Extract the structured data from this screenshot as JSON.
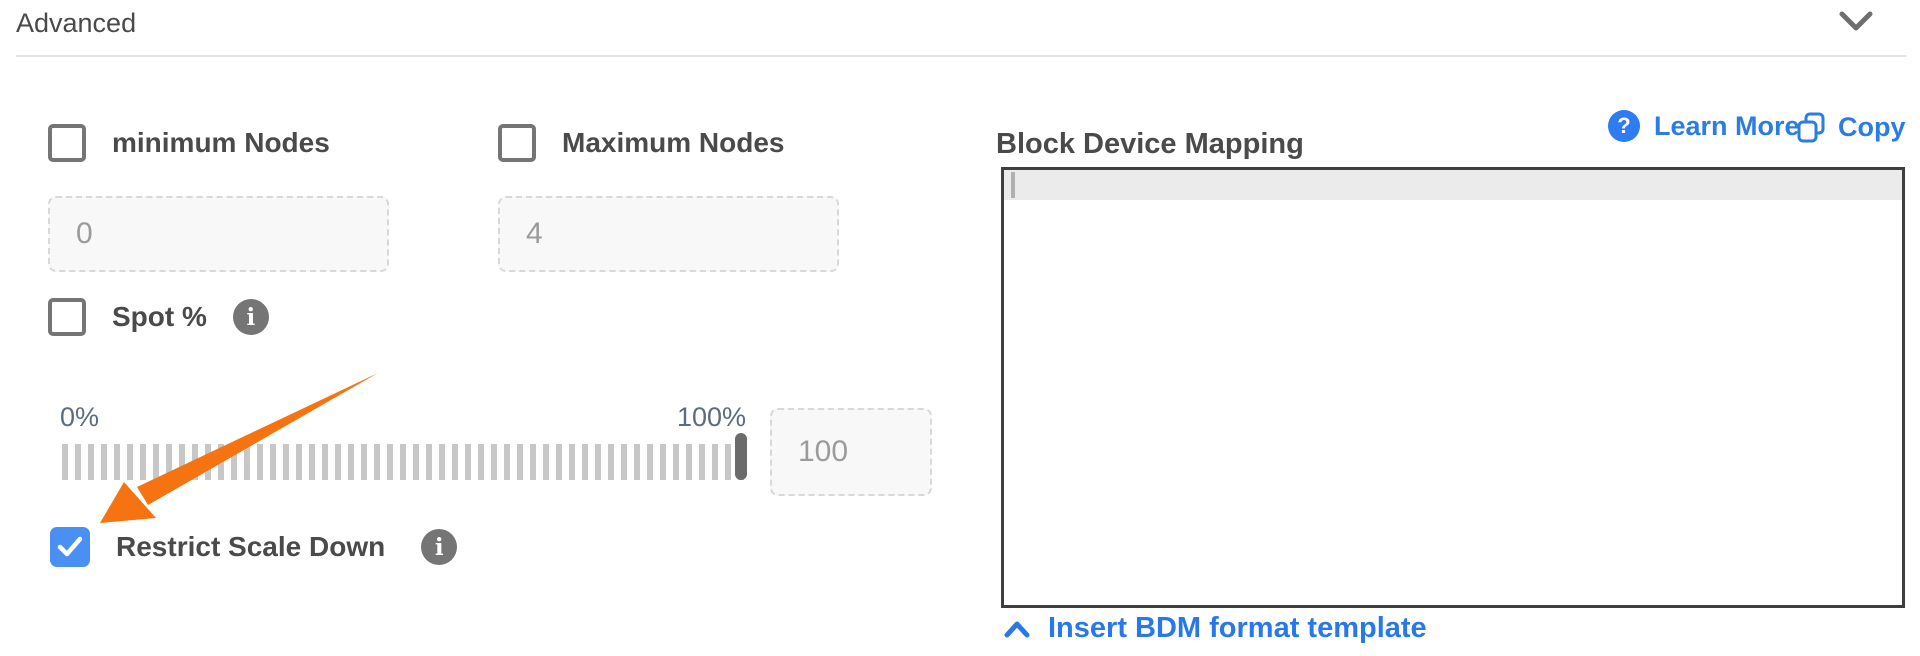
{
  "panel": {
    "title": "Advanced"
  },
  "form": {
    "min_nodes": {
      "label": "minimum Nodes",
      "checked": false,
      "input_placeholder": "0"
    },
    "max_nodes": {
      "label": "Maximum Nodes",
      "checked": false,
      "input_placeholder": "4"
    },
    "spot_pct": {
      "label": "Spot %",
      "checked": false,
      "info_glyph": "i"
    },
    "spot_slider": {
      "min_label": "0%",
      "max_label": "100%",
      "value": 100,
      "input_placeholder": "100"
    },
    "restrict_scale_down": {
      "label": "Restrict Scale Down",
      "checked": true,
      "info_glyph": "i"
    }
  },
  "bdm": {
    "title": "Block Device Mapping",
    "learn_more": {
      "label": "Learn More",
      "badge_glyph": "?"
    },
    "copy": {
      "label": "Copy"
    },
    "editor": {
      "content": ""
    },
    "insert_template": {
      "label": "Insert BDM format template"
    }
  },
  "colors": {
    "link_blue": "#2b7de1",
    "badge_blue": "#2e7cf0",
    "checked_checkbox_blue": "#4a90f4",
    "arrow_orange": "#f57311",
    "label_gray": "#4a4a4a",
    "slider_label_slate": "#5d6b80",
    "editor_border": "#3f3f3f",
    "active_line_gray": "#ebebeb"
  }
}
